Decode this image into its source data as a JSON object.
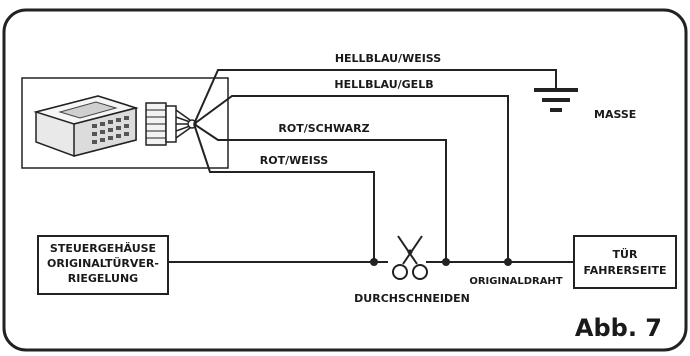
{
  "wires": {
    "hellblau_weiss": "HELLBLAU/WEISS",
    "hellblau_gelb": "HELLBLAU/GELB",
    "rot_schwarz": "ROT/SCHWARZ",
    "rot_weiss": "ROT/WEISS"
  },
  "ground": {
    "label": "MASSE"
  },
  "left_box": {
    "line1": "STEUERGEHÄUSE",
    "line2": "ORIGINALTÜRVER-",
    "line3": "RIEGELUNG"
  },
  "right_box": {
    "line1": "TÜR",
    "line2": "FAHRERSEITE"
  },
  "original_wire": "ORIGINALDRAHT",
  "cut_label": "DURCHSCHNEIDEN",
  "figure_label": "Abb. 7"
}
